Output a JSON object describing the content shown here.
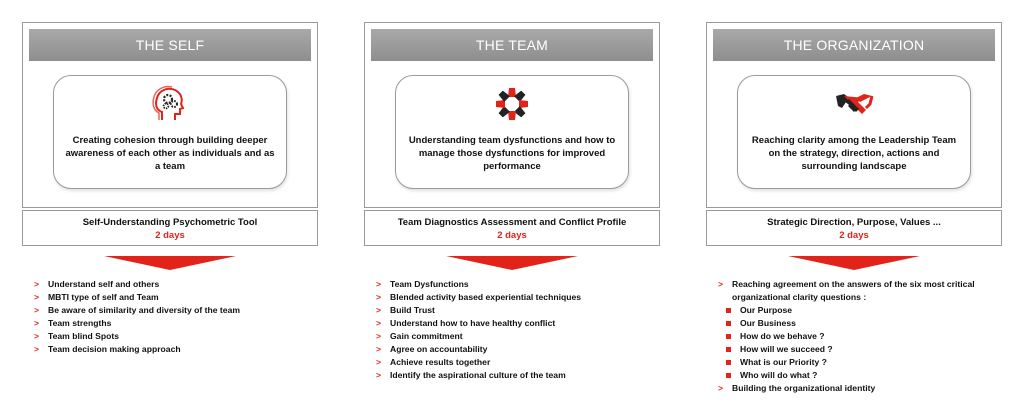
{
  "columns": [
    {
      "title": "THE SELF",
      "icon": "head-gears-icon",
      "description": "Creating cohesion through building deeper awareness of each other as individuals and as a team",
      "tool": "Self-Understanding Psychometric Tool",
      "duration": "2 days",
      "points": [
        "Understand self and others",
        "MBTI type of self and Team",
        "Be aware of similarity and diversity of the team",
        "Team strengths",
        "Team blind Spots",
        "Team decision making approach"
      ]
    },
    {
      "title": "THE TEAM",
      "icon": "team-circle-icon",
      "description": "Understanding team dysfunctions and how to manage those dysfunctions for improved performance",
      "tool": "Team Diagnostics Assessment and Conflict Profile",
      "duration": "2 days",
      "points": [
        "Team Dysfunctions",
        "Blended activity based experiential techniques",
        "Build Trust",
        "Understand how to have healthy conflict",
        "Gain commitment",
        "Agree on accountability",
        "Achieve results together",
        "Identify the aspirational culture of the team"
      ]
    },
    {
      "title": "THE ORGANIZATION",
      "icon": "handshake-icon",
      "description": "Reaching clarity among the Leadership Team on the strategy, direction, actions and surrounding landscape",
      "tool": "Strategic Direction, Purpose, Values ...",
      "duration": "2 days",
      "intro_points": [
        "Reaching agreement on the answers of the six most critical organizational clarity questions :"
      ],
      "sub_points": [
        "Our Purpose",
        "Our Business",
        "How do we behave ?",
        "How will we succeed ?",
        "What is our Priority ?",
        "Who will do what ?"
      ],
      "closing_points": [
        "Building the organizational identity"
      ]
    }
  ],
  "colors": {
    "accent": "#e2231a",
    "header": "#9a9a9a"
  }
}
